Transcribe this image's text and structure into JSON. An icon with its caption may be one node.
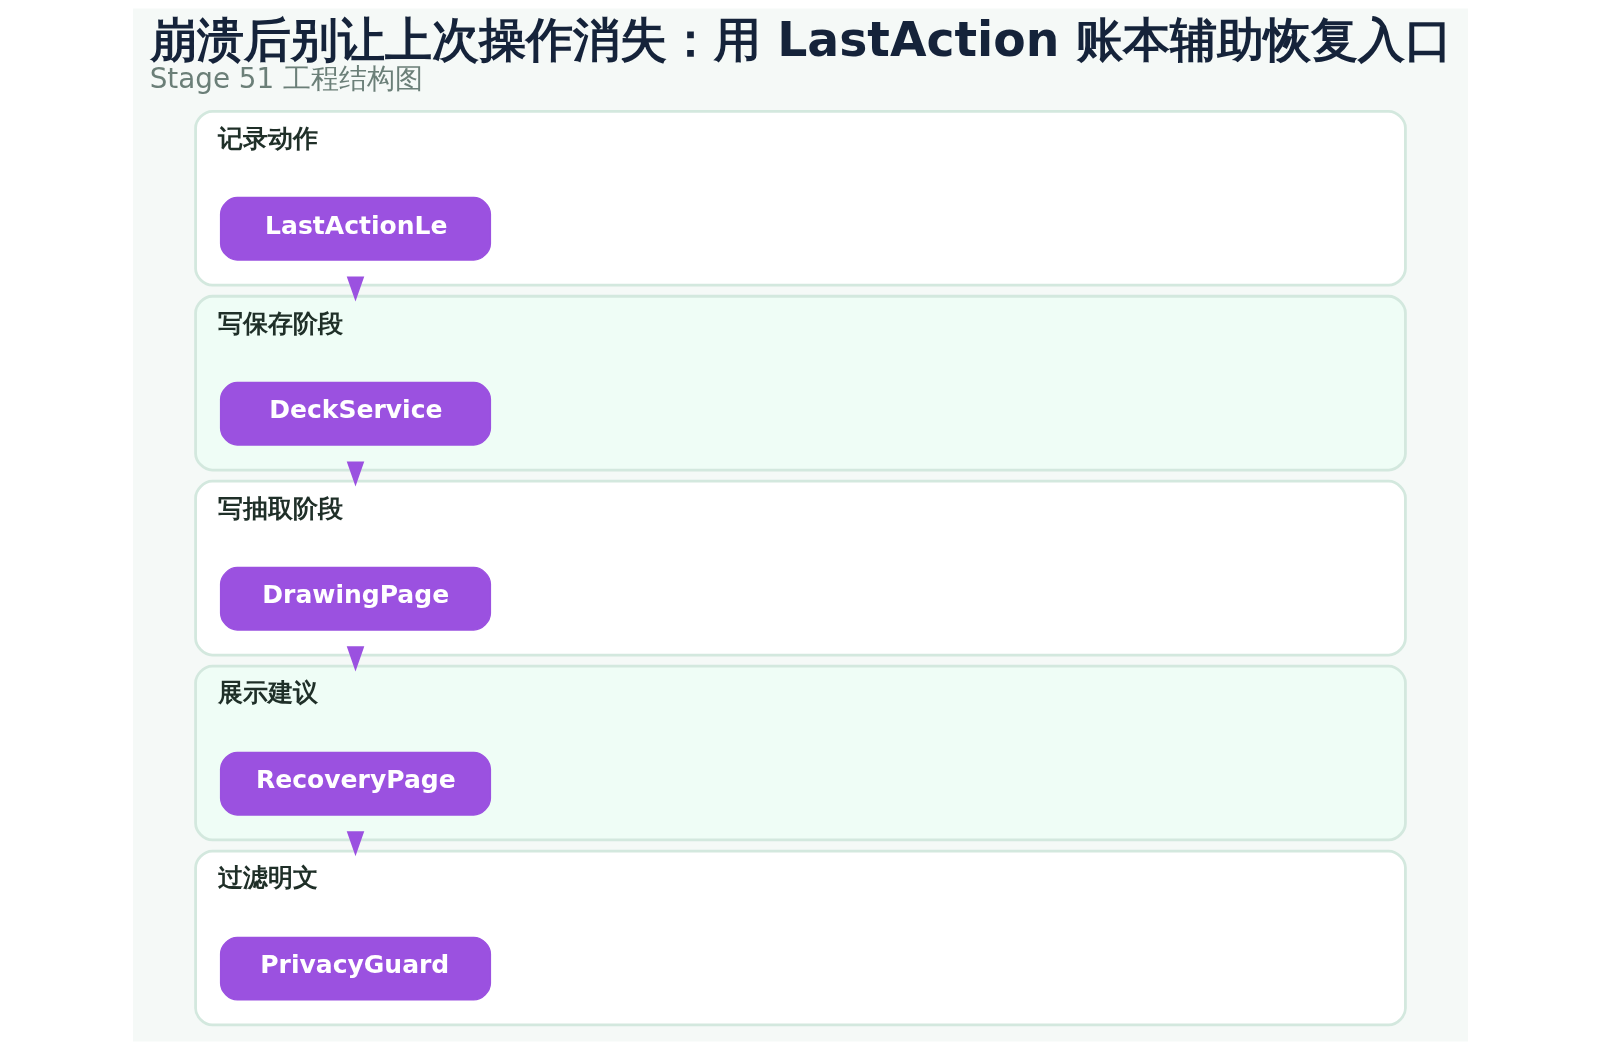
{
  "diagram": {
    "title": "崩溃后别让上次操作消失：用 LastAction 账本辅助恢复入口",
    "caption": "Stage 51 工程结构图",
    "nodes": [
      {
        "text": [
          "记录动作"
        ]
      },
      {
        "text": [
          "LastActionLe"
        ],
        "in": 0
      },
      {
        "text": [
          "写保存阶段"
        ]
      },
      {
        "text": [
          "DeckService"
        ],
        "in": 2
      },
      {
        "text": [
          "写抽取阶段"
        ]
      },
      {
        "text": [
          "DrawingPage"
        ],
        "in": 4
      },
      {
        "text": [
          "展示建议"
        ]
      },
      {
        "text": [
          "RecoveryPage"
        ],
        "in": 6
      },
      {
        "text": [
          "过滤明文"
        ]
      },
      {
        "text": [
          "PrivacyGuard"
        ],
        "in": 8
      }
    ],
    "edges": [
      {
        "from": 0,
        "to": 2,
        "arrow": "to"
      },
      {
        "from": 2,
        "to": 4,
        "arrow": "to"
      },
      {
        "from": 4,
        "to": 6,
        "arrow": "to"
      },
      {
        "from": 6,
        "to": 8,
        "arrow": "to"
      }
    ]
  }
}
